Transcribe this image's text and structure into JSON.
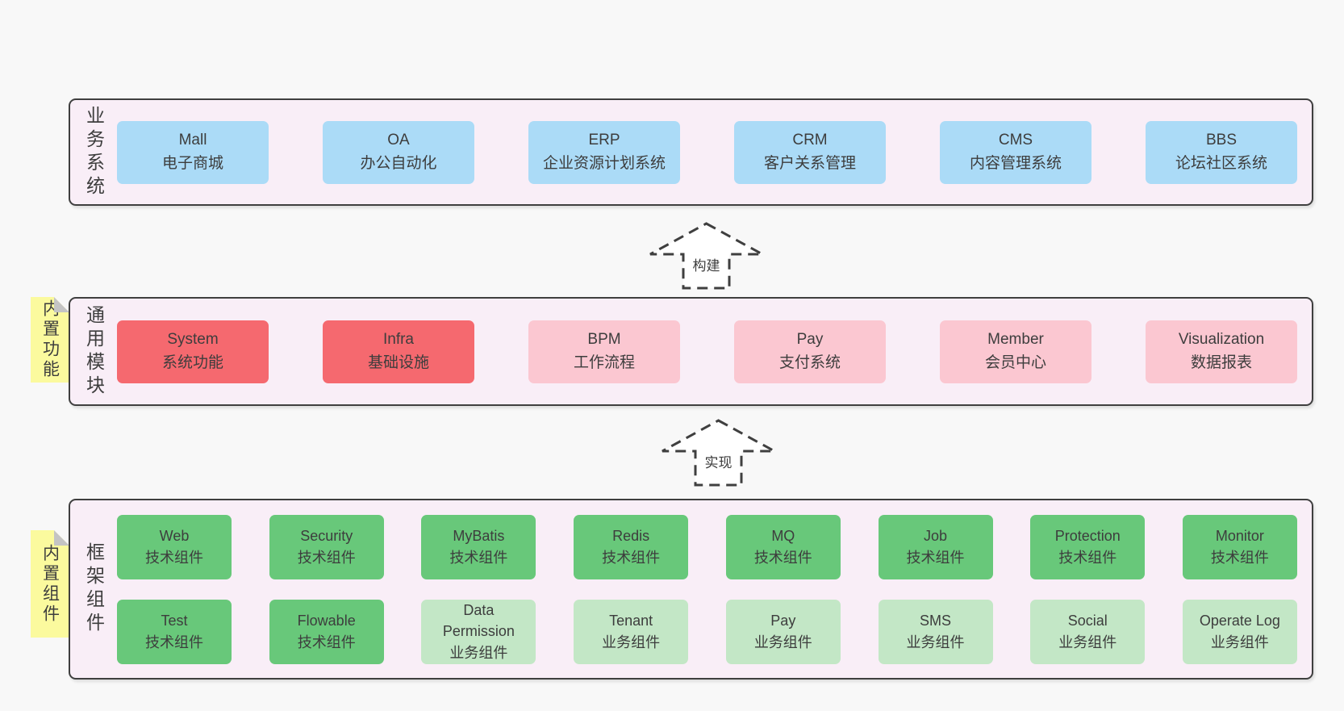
{
  "colors": {
    "page_bg": "#f8f8f8",
    "panel_bg": "#f9eef7",
    "panel_border": "#3f3f3f",
    "box_blue": "#abdbf7",
    "box_red": "#f5696f",
    "box_pink": "#fbc7d1",
    "box_green": "#68c87a",
    "box_green_light": "#c3e7c6",
    "tag_yellow": "#fbfa9e",
    "tag_fold": "#c4c4c4",
    "text": "#3d3d3d",
    "arrow_stroke": "#3f3f3f"
  },
  "layers": {
    "business": {
      "label": "业务系统",
      "boxes": [
        {
          "name": "Mall",
          "desc": "电子商城"
        },
        {
          "name": "OA",
          "desc": "办公自动化"
        },
        {
          "name": "ERP",
          "desc": "企业资源计划系统"
        },
        {
          "name": "CRM",
          "desc": "客户关系管理"
        },
        {
          "name": "CMS",
          "desc": "内容管理系统"
        },
        {
          "name": "BBS",
          "desc": "论坛社区系统"
        }
      ]
    },
    "modules": {
      "label": "通用模块",
      "tag": "内置功能",
      "boxes": [
        {
          "name": "System",
          "desc": "系统功能"
        },
        {
          "name": "Infra",
          "desc": "基础设施"
        },
        {
          "name": "BPM",
          "desc": "工作流程"
        },
        {
          "name": "Pay",
          "desc": "支付系统"
        },
        {
          "name": "Member",
          "desc": "会员中心"
        },
        {
          "name": "Visualization",
          "desc": "数据报表"
        }
      ]
    },
    "components": {
      "label": "框架组件",
      "tag": "内置组件",
      "row1": [
        {
          "name": "Web",
          "desc": "技术组件"
        },
        {
          "name": "Security",
          "desc": "技术组件"
        },
        {
          "name": "MyBatis",
          "desc": "技术组件"
        },
        {
          "name": "Redis",
          "desc": "技术组件"
        },
        {
          "name": "MQ",
          "desc": "技术组件"
        },
        {
          "name": "Job",
          "desc": "技术组件"
        },
        {
          "name": "Protection",
          "desc": "技术组件"
        },
        {
          "name": "Monitor",
          "desc": "技术组件"
        }
      ],
      "row2": [
        {
          "name": "Test",
          "desc": "技术组件"
        },
        {
          "name": "Flowable",
          "desc": "技术组件"
        },
        {
          "name": "Data Permission",
          "desc": "业务组件"
        },
        {
          "name": "Tenant",
          "desc": "业务组件"
        },
        {
          "name": "Pay",
          "desc": "业务组件"
        },
        {
          "name": "SMS",
          "desc": "业务组件"
        },
        {
          "name": "Social",
          "desc": "业务组件"
        },
        {
          "name": "Operate Log",
          "desc": "业务组件"
        }
      ]
    }
  },
  "arrows": {
    "build": {
      "label": "构建"
    },
    "implement": {
      "label": "实现"
    }
  }
}
